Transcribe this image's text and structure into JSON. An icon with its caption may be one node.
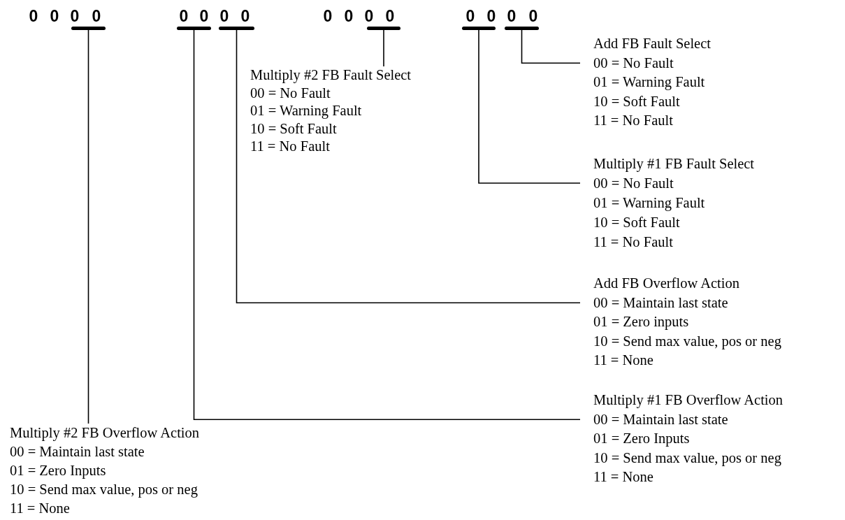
{
  "diagram": {
    "nodes": [
      {
        "text": [],
        "shape": "bar"
      },
      {
        "text": [],
        "shape": "bar"
      },
      {
        "text": [],
        "shape": "bar"
      },
      {
        "text": [],
        "shape": "bar"
      },
      {
        "text": [],
        "shape": "bar"
      },
      {
        "text": [],
        "shape": "bar"
      },
      {
        "text": [
          "Add FB Fault Select",
          "00 = No Fault",
          "01 = Warning Fault",
          "10 = Soft Fault",
          "11 = No Fault"
        ]
      },
      {
        "text": [
          "Multiply #2 FB Fault Select",
          "00 = No Fault",
          "01 = Warning Fault",
          "10 = Soft Fault",
          "11 = No Fault"
        ]
      },
      {
        "text": [
          "Multiply #1 FB Fault Select",
          "00 = No Fault",
          "01 = Warning Fault",
          "10 = Soft Fault",
          "11 = No Fault"
        ]
      },
      {
        "text": [
          "Add FB Overflow Action",
          "00 = Maintain last state",
          "01 = Zero inputs",
          "10 = Send max value, pos or neg",
          "11 = None"
        ]
      },
      {
        "text": [
          "Multiply #1 FB Overflow Action",
          "00 = Maintain last state",
          "01 = Zero Inputs",
          "10 = Send max value, pos or neg",
          "11 = None"
        ]
      },
      {
        "text": [
          "Multiply #2 FB Overflow Action",
          "00 = Maintain last state",
          "01 = Zero Inputs",
          "10 = Send max value, pos or neg",
          "11 = None"
        ]
      }
    ],
    "edges": [
      {
        "from": 6,
        "to": 5,
        "arrow": "none"
      },
      {
        "from": 7,
        "to": 3,
        "arrow": "none"
      },
      {
        "from": 8,
        "to": 4,
        "arrow": "none"
      },
      {
        "from": 9,
        "to": 2,
        "arrow": "none"
      },
      {
        "from": 10,
        "to": 1,
        "arrow": "none"
      },
      {
        "from": 11,
        "to": 0,
        "arrow": "none"
      }
    ],
    "labels": [
      "0",
      "0",
      "0",
      "0",
      "0",
      "0",
      "0",
      "0",
      "0",
      "0",
      "0",
      "0",
      "0",
      "0",
      "0",
      "0"
    ]
  }
}
